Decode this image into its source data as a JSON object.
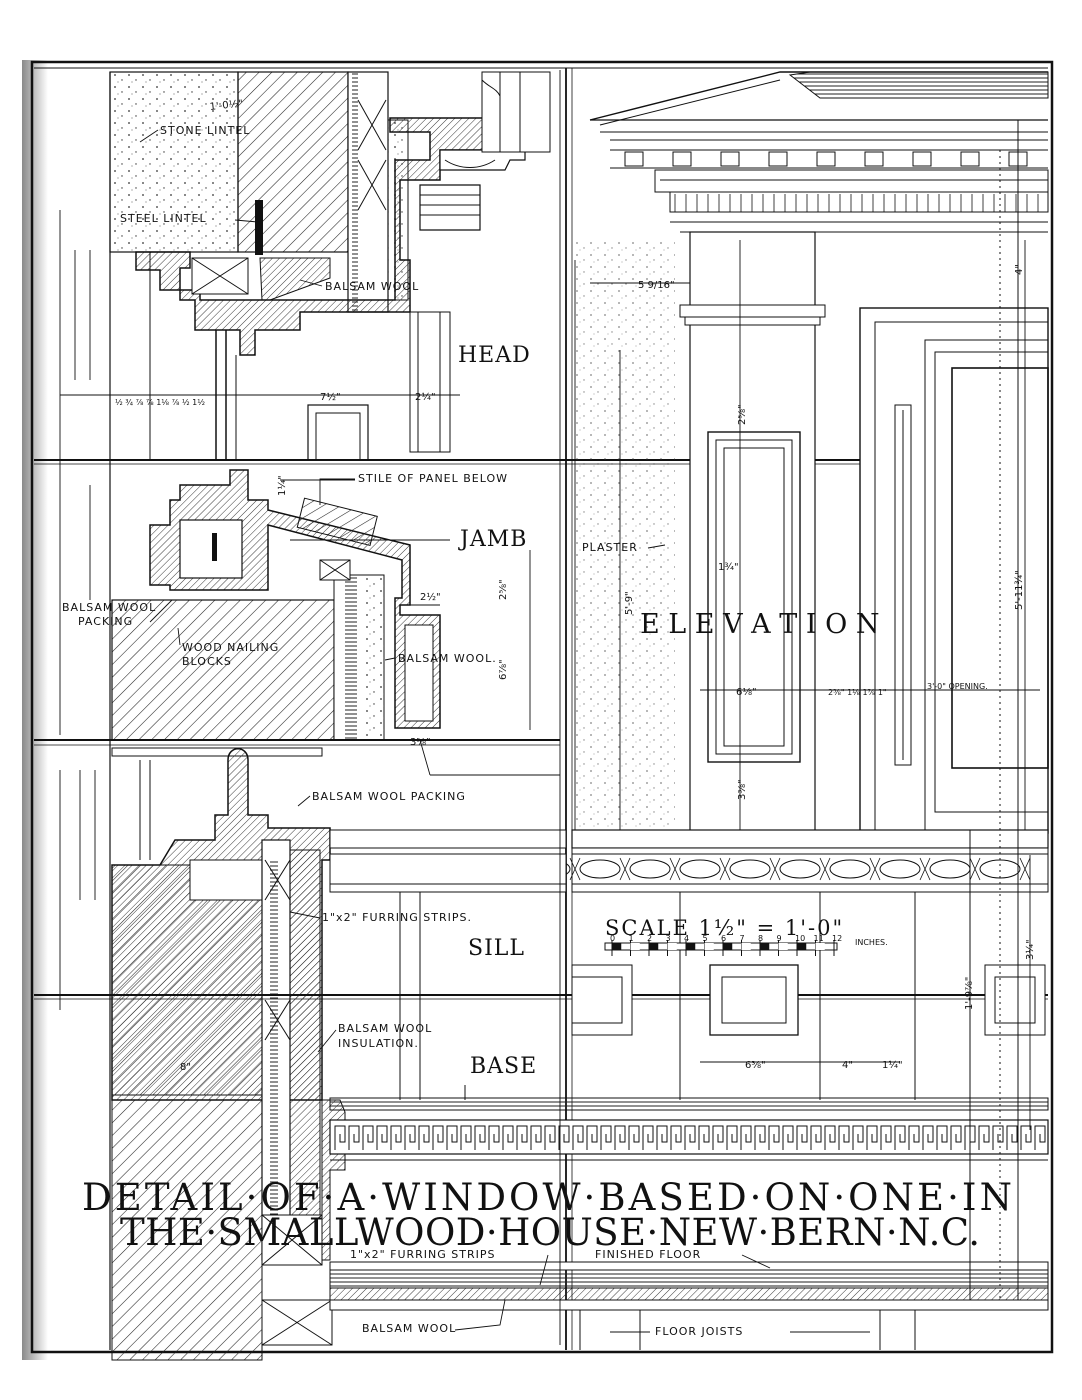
{
  "drawing": {
    "title_line1": "DETAIL·OF·A·WINDOW·BASED·ON·ONE·IN",
    "title_line2": "THE·SMALLWOOD·HOUSE·NEW·BERN·N.C.",
    "sections": {
      "head": "HEAD",
      "jamb": "JAMB",
      "sill": "SILL",
      "base": "BASE",
      "elevation": "E L E V A T I O N"
    },
    "scale": {
      "label": "SCALE  1½\" = 1'-0\"",
      "ticks": [
        "0",
        "1",
        "2",
        "3",
        "4",
        "5",
        "6",
        "7",
        "8",
        "9",
        "10",
        "11",
        "12"
      ],
      "unit": "INCHES."
    },
    "labels": {
      "stone_lintel": "STONE LINTEL",
      "steel_lintel": "STEEL LINTEL",
      "balsam_wool_head": "BALSAM WOOL",
      "stile_of_panel_below": "STILE OF PANEL BELOW",
      "plaster": "PLASTER",
      "balsam_wool_packing_jamb_1": "BALSAM WOOL",
      "balsam_wool_packing_jamb_2": "PACKING",
      "wood_nailing_blocks_1": "WOOD NAILING",
      "wood_nailing_blocks_2": "BLOCKS",
      "balsam_wool_jamb": "BALSAM WOOL.",
      "opening": "3'-0\" OPENING.",
      "balsam_wool_packing_sill": "BALSAM WOOL PACKING",
      "furring_strips_sill": "1\"x2\" FURRING STRIPS.",
      "balsam_wool_insulation_1": "BALSAM WOOL",
      "balsam_wool_insulation_2": "INSULATION.",
      "furring_strips_floor": "1\"x2\" FURRING STRIPS",
      "finished_floor": "FINISHED FLOOR",
      "balsam_wool_floor": "BALSAM WOOL",
      "floor_joists": "FLOOR JOISTS"
    },
    "dimensions": {
      "head_top": "1'-0½\"",
      "head_width": "7½\"",
      "head_right": "2¼\"",
      "head_row": "½ ¾ ⅞ ⅞ 1⅛ ⅞ ½ 1½",
      "jamb_a": "2½\"",
      "jamb_b": "2⅝\"",
      "jamb_c": "6⅞\"",
      "jamb_d": "3⅝\"",
      "jamb_e": "1¼\"",
      "elev_a": "5 9/16\"",
      "elev_b": "4\"",
      "elev_c": "2⅝\"",
      "elev_d": "1¾\"",
      "elev_e": "6⅛\"",
      "elev_f": "2⅝\" 1⅛ 1⅞ 1\"",
      "elev_g": "3⅜\"",
      "elev_h": "5'-11¾\"",
      "elev_i": "5'-9\"",
      "base_a": "6⅜\"",
      "base_b": "4\"",
      "base_c": "1¼\"",
      "base_d": "8\"",
      "base_e": "3¼\"",
      "base_f": "1'-9⅞\""
    }
  }
}
